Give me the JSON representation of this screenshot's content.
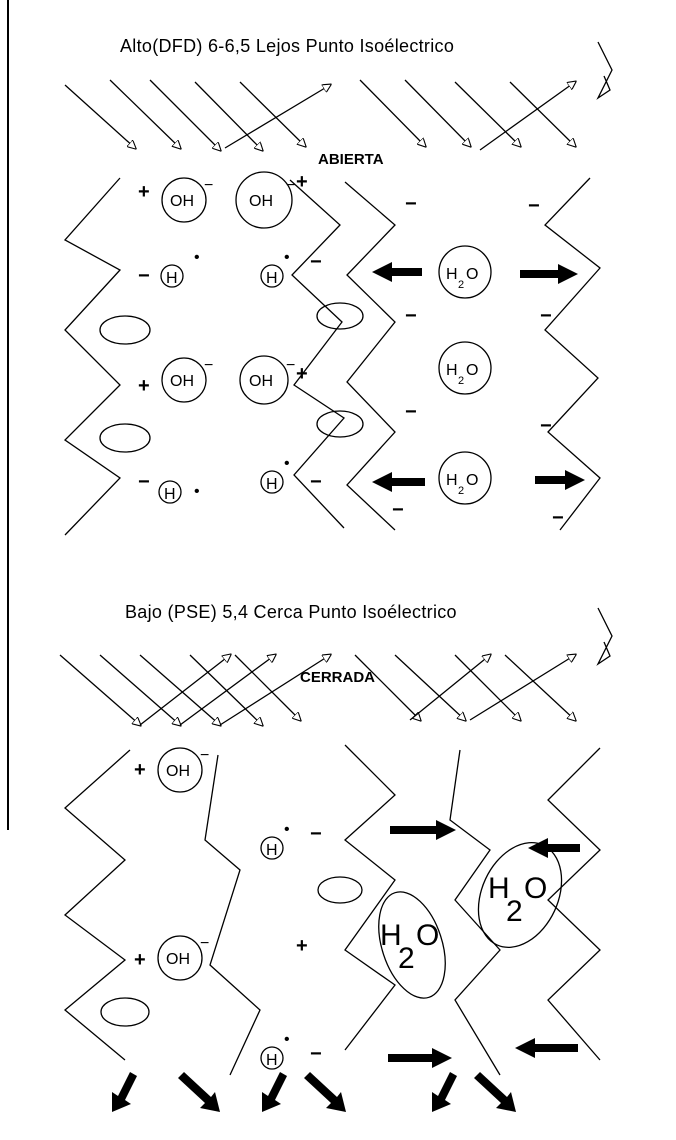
{
  "top_panel": {
    "title": "Alto(DFD) 6-6,5 Lejos Punto Isoélectrico",
    "state_label": "ABIERTA"
  },
  "bottom_panel": {
    "title": "Bajo (PSE) 5,4 Cerca Punto Isoélectrico",
    "state_label": "CERRADA"
  },
  "labels": {
    "hydroxide": "OH",
    "hydrogen": "H",
    "water_h": "H",
    "water_sub": "2",
    "water_o": "O",
    "plus": "+",
    "minus": "−",
    "dot": "•"
  },
  "colors": {
    "ink": "#000000",
    "background": "#ffffff"
  }
}
